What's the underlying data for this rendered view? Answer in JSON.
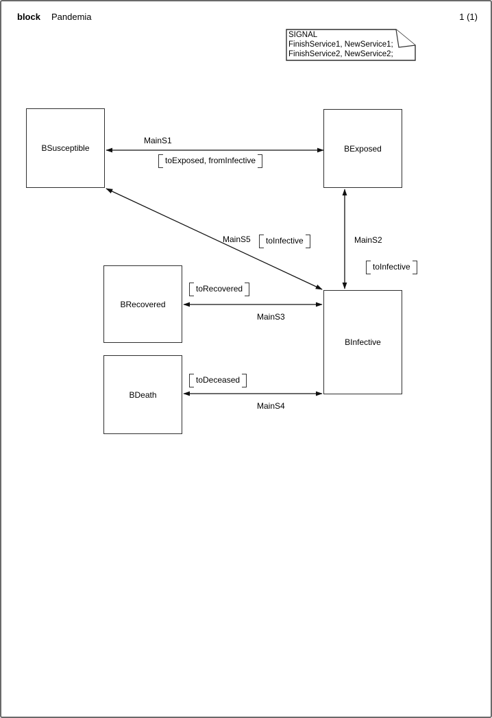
{
  "colors": {
    "background": "#ffffff",
    "frame_border": "#6a6a6a",
    "diagram_line": "#111111",
    "text": "#000000"
  },
  "header": {
    "kind": "block",
    "name": "Pandemia",
    "page": "1 (1)"
  },
  "signal_note": {
    "title": "SIGNAL",
    "decl1": "FinishService1, NewService1;",
    "decl2": "FinishService2, NewService2;"
  },
  "blocks": {
    "susceptible": {
      "label": "BSusceptible"
    },
    "exposed": {
      "label": "BExposed"
    },
    "recovered": {
      "label": "BRecovered"
    },
    "death": {
      "label": "BDeath"
    },
    "infective": {
      "label": "BInfective"
    }
  },
  "channels": {
    "s1": {
      "name": "MainS1",
      "signals": "toExposed, fromInfective"
    },
    "s2": {
      "name": "MainS2",
      "signals": "toInfective"
    },
    "s3": {
      "name": "MainS3",
      "signals": "toRecovered"
    },
    "s4": {
      "name": "MainS4",
      "signals": "toDeceased"
    },
    "s5": {
      "name": "MainS5",
      "signals": "toInfective"
    }
  }
}
